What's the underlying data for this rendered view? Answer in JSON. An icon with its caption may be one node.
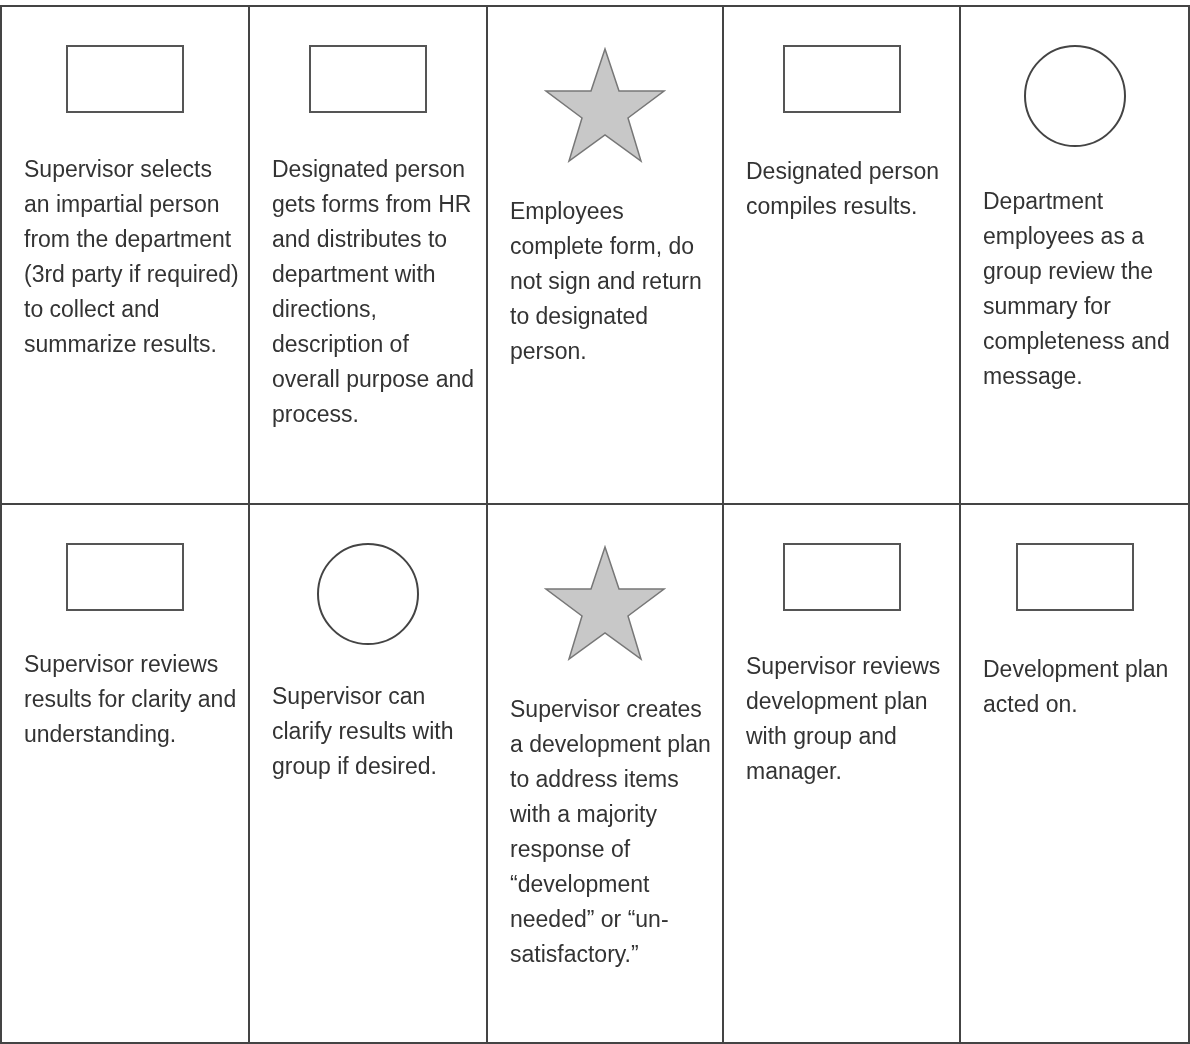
{
  "diagram": {
    "nodes": [
      {
        "text": [
          "Supervisor selects an impartial person from the department (3rd party if required) to collect and summarize results."
        ]
      },
      {
        "text": [],
        "shape": "box",
        "in": 0
      },
      {
        "text": [
          "Designated person gets forms from HR and distributes to department with directions, description of overall purpose and process."
        ]
      },
      {
        "text": [],
        "shape": "box",
        "in": 2
      },
      {
        "text": [
          "Employees complete form, do not sign and return to designated person."
        ]
      },
      {
        "text": [],
        "shape": "star",
        "in": 4
      },
      {
        "text": [
          "Designated person compiles results."
        ]
      },
      {
        "text": [],
        "shape": "box",
        "in": 6
      },
      {
        "text": [
          "Department employees as a group review the summary for completeness and message."
        ]
      },
      {
        "text": [],
        "shape": "circle",
        "in": 8
      },
      {
        "text": [
          "Supervisor reviews results for clarity and understanding."
        ]
      },
      {
        "text": [],
        "shape": "box",
        "in": 10
      },
      {
        "text": [
          "Supervisor can clarify results with group if desired."
        ]
      },
      {
        "text": [],
        "shape": "circle",
        "in": 12
      },
      {
        "text": [
          "Supervisor creates a development plan to address items with a majority response of “development needed” or “un-satisfactory.”"
        ]
      },
      {
        "text": [],
        "shape": "star",
        "in": 14
      },
      {
        "text": [
          "Supervisor reviews development plan with group and manager."
        ]
      },
      {
        "text": [],
        "shape": "box",
        "in": 16
      },
      {
        "text": [
          "Development plan acted on."
        ]
      },
      {
        "text": [],
        "shape": "box",
        "in": 18
      }
    ]
  }
}
